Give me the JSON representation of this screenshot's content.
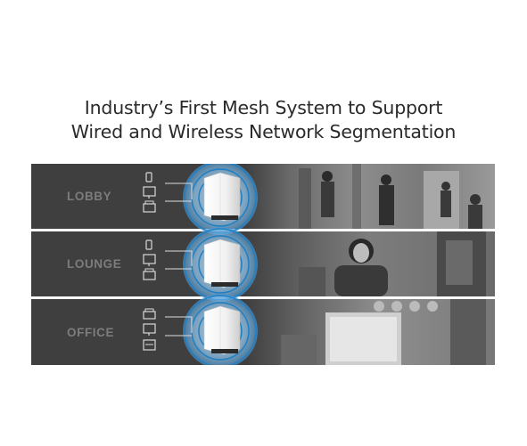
{
  "headline": {
    "line1": "Industry’s First Mesh System to Support",
    "line2": "Wired and Wireless Network Segmentation"
  },
  "rooms": [
    {
      "label": "LOBBY"
    },
    {
      "label": "LOUNGE"
    },
    {
      "label": "OFFICE"
    }
  ],
  "colors": {
    "ring": "#1e7fc4",
    "ring_glow": "#9ec9ea",
    "band": "#3f3f3f",
    "label": "#7c7c7c"
  },
  "icons": [
    "phone-icon",
    "monitor-icon",
    "printer-icon",
    "router-satellite-icon"
  ]
}
